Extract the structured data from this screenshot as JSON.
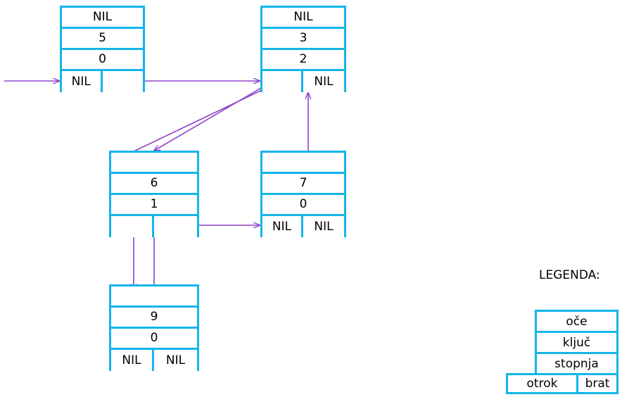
{
  "diagram": {
    "title_text": "",
    "colors": {
      "node_border": "#13b5ea",
      "arrow": "#8e44c8",
      "text": "#000000",
      "background": "#ffffff"
    },
    "nil_label": "NIL",
    "empty_label": ""
  },
  "nodes": [
    {
      "id": "node-5",
      "parent": "NIL",
      "key": "5",
      "degree": "0",
      "child": "NIL",
      "sibling": ""
    },
    {
      "id": "node-3",
      "parent": "NIL",
      "key": "3",
      "degree": "2",
      "child": "",
      "sibling": "NIL"
    },
    {
      "id": "node-6",
      "parent": "",
      "key": "6",
      "degree": "1",
      "child": "",
      "sibling": ""
    },
    {
      "id": "node-7",
      "parent": "",
      "key": "7",
      "degree": "0",
      "child": "NIL",
      "sibling": "NIL"
    },
    {
      "id": "node-9",
      "parent": "",
      "key": "9",
      "degree": "0",
      "child": "NIL",
      "sibling": "NIL"
    }
  ],
  "legend": {
    "title": "LEGENDA:",
    "fields": {
      "parent": "oče",
      "key": "ključ",
      "degree": "stopnja",
      "child": "otrok",
      "sibling": "brat"
    }
  }
}
